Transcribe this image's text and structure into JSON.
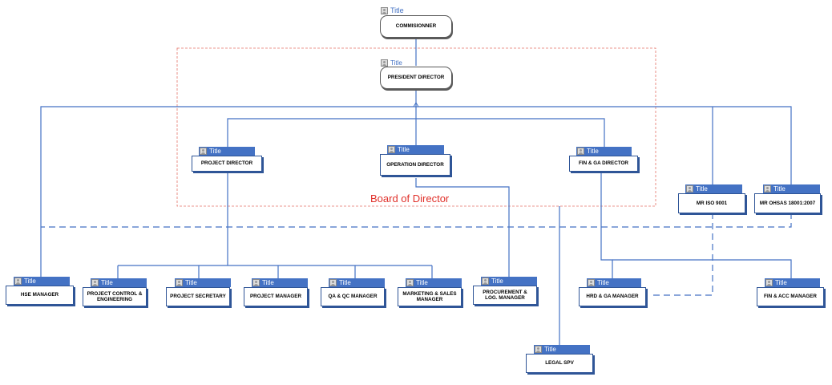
{
  "diagram": {
    "group_label": "Board of Director",
    "nodes": {
      "commissioner": {
        "title": "Title",
        "name": "COMMISIONNER"
      },
      "president_director": {
        "title": "Title",
        "name": "PRESIDENT DIRECTOR"
      },
      "project_director": {
        "title": "Title",
        "name": "PROJECT DIRECTOR"
      },
      "operation_director": {
        "title": "Title",
        "name": "OPERATION DIRECTOR"
      },
      "fin_ga_director": {
        "title": "Title",
        "name": "FIN & GA DIRECTOR"
      },
      "mr_iso": {
        "title": "Title",
        "name": "MR ISO 9001"
      },
      "mr_ohsas": {
        "title": "Title",
        "name": "MR OHSAS 18001:2007"
      },
      "hse_manager": {
        "title": "Title",
        "name": "HSE MANAGER"
      },
      "project_control": {
        "title": "Title",
        "name": "PROJECT CONTROL & ENGINEERING"
      },
      "project_secretary": {
        "title": "Title",
        "name": "PROJECT SECRETARY"
      },
      "project_manager": {
        "title": "Title",
        "name": "PROJECT MANAGER"
      },
      "qa_qc_manager": {
        "title": "Title",
        "name": "QA & QC MANAGER"
      },
      "marketing_sales": {
        "title": "Title",
        "name": "MARKETING & SALES MANAGER"
      },
      "procurement": {
        "title": "Title",
        "name": "PROCUREMENT & LOG. MANAGER"
      },
      "hrd_ga_manager": {
        "title": "Title",
        "name": "HRD & GA MANAGER"
      },
      "fin_acc_manager": {
        "title": "Title",
        "name": "FIN & ACC MANAGER"
      },
      "legal_spv": {
        "title": "Title",
        "name": "LEGAL SPV"
      }
    }
  },
  "colors": {
    "line": "#4472c4",
    "tag": "#4472c4",
    "box_border": "#2f5597",
    "group_border": "#e57368",
    "group_label": "#e0302a"
  }
}
